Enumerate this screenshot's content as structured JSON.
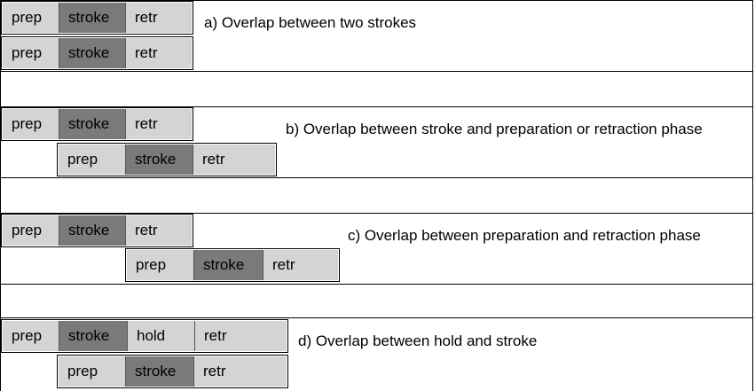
{
  "phases": {
    "prep": "prep",
    "stroke": "stroke",
    "retr": "retr",
    "hold": "hold"
  },
  "captions": {
    "a": "a) Overlap between two strokes",
    "b": "b) Overlap between stroke and preparation or retraction phase",
    "c": "c) Overlap between preparation and retraction phase",
    "d": "d) Overlap between hold and stroke"
  },
  "colors": {
    "phase_light": "#d4d4d4",
    "phase_dark": "#7a7a7a"
  }
}
